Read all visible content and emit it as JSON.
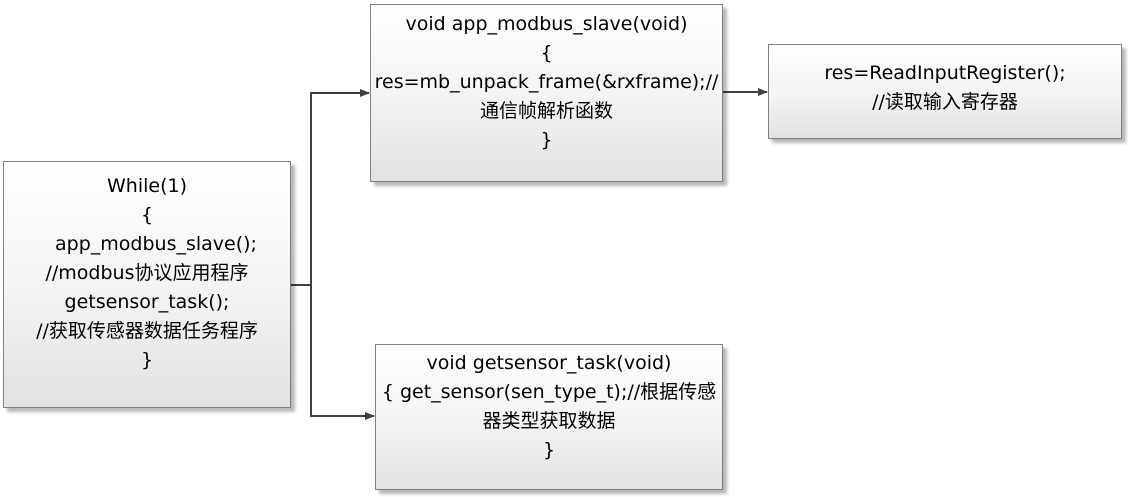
{
  "main_box": {
    "lines": [
      "While(1)",
      "{",
      "app_modbus_slave();",
      "//modbus协议应用程序",
      "getsensor_task();",
      "//获取传感器数据任务程序",
      "}"
    ]
  },
  "modbus_box": {
    "lines": [
      "void app_modbus_slave(void)",
      "{",
      "res=mb_unpack_frame(&rxframe);//",
      "通信帧解析函数",
      "}"
    ]
  },
  "read_box": {
    "lines": [
      "res=ReadInputRegister();",
      "//读取输入寄存器"
    ]
  },
  "sensor_box": {
    "lines": [
      "void getsensor_task(void)",
      "{ get_sensor(sen_type_t);//根据传感",
      "器类型获取数据",
      "}"
    ]
  },
  "colors": {
    "line": "#404040",
    "border": "#7f7f7f"
  }
}
